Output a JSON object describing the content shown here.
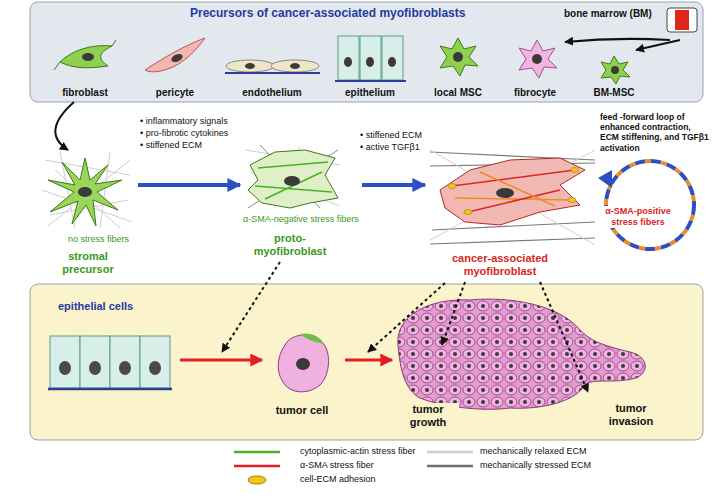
{
  "diagram": {
    "nodes": [
      {
        "text": [
          "Precursors of cancer-associated myofibroblasts"
        ]
      },
      {
        "text": [
          "fibroblast"
        ],
        "in": 0
      },
      {
        "text": [
          "pericyte"
        ],
        "in": 0
      },
      {
        "text": [
          "endothelium"
        ],
        "in": 0
      },
      {
        "text": [
          "epithelium"
        ],
        "in": 0
      },
      {
        "text": [
          "local MSC"
        ],
        "in": 0
      },
      {
        "text": [
          "fibrocyte"
        ],
        "in": 0
      },
      {
        "text": [
          "BM-MSC"
        ],
        "in": 0
      },
      {
        "text": [
          "bone marrow (BM)"
        ],
        "in": 0
      },
      {
        "text": [
          "stromal precursor",
          "no stress fibers"
        ]
      },
      {
        "text": [
          "proto-myofibroblast",
          "α-SMA-negative stress fibers"
        ]
      },
      {
        "text": [
          "cancer-associated myofibroblast"
        ]
      },
      {
        "text": [
          "epithelial cells"
        ]
      },
      {
        "text": [
          "tumor cell"
        ]
      },
      {
        "text": [
          "tumor growth"
        ]
      },
      {
        "text": [
          "tumor invasion"
        ]
      }
    ],
    "edges": [
      {
        "from": 1,
        "to": 9,
        "arrow": "to"
      },
      {
        "from": 8,
        "to": 6,
        "arrow": "to"
      },
      {
        "from": 8,
        "to": 7,
        "arrow": "to"
      },
      {
        "from": 9,
        "to": 10,
        "arrow": "to"
      },
      {
        "from": 10,
        "to": 11,
        "arrow": "to"
      },
      {
        "from": 12,
        "to": 13,
        "arrow": "to"
      },
      {
        "from": 13,
        "to": 14,
        "arrow": "to"
      },
      {
        "from": 11,
        "to": 14,
        "arrow": "to"
      },
      {
        "from": 11,
        "to": 15,
        "arrow": "to"
      }
    ],
    "labels": [
      "• inflammatory signals",
      "• pro-fibrotic cytokines",
      "• stiffened ECM",
      "• stiffened ECM",
      "• active TGFβ1",
      "feed -forward loop of enhanced contraction, ECM stiffening, and TGFβ1 activation",
      "α-SMA-positive stress fibers"
    ],
    "legend": [
      {
        "text": "cytoplasmic-actin stress fiber"
      },
      {
        "text": "α-SMA stress fiber"
      },
      {
        "text": "cell-ECM adhesion"
      },
      {
        "text": "mechanically relaxed ECM"
      },
      {
        "text": "mechanically stressed ECM"
      }
    ]
  }
}
